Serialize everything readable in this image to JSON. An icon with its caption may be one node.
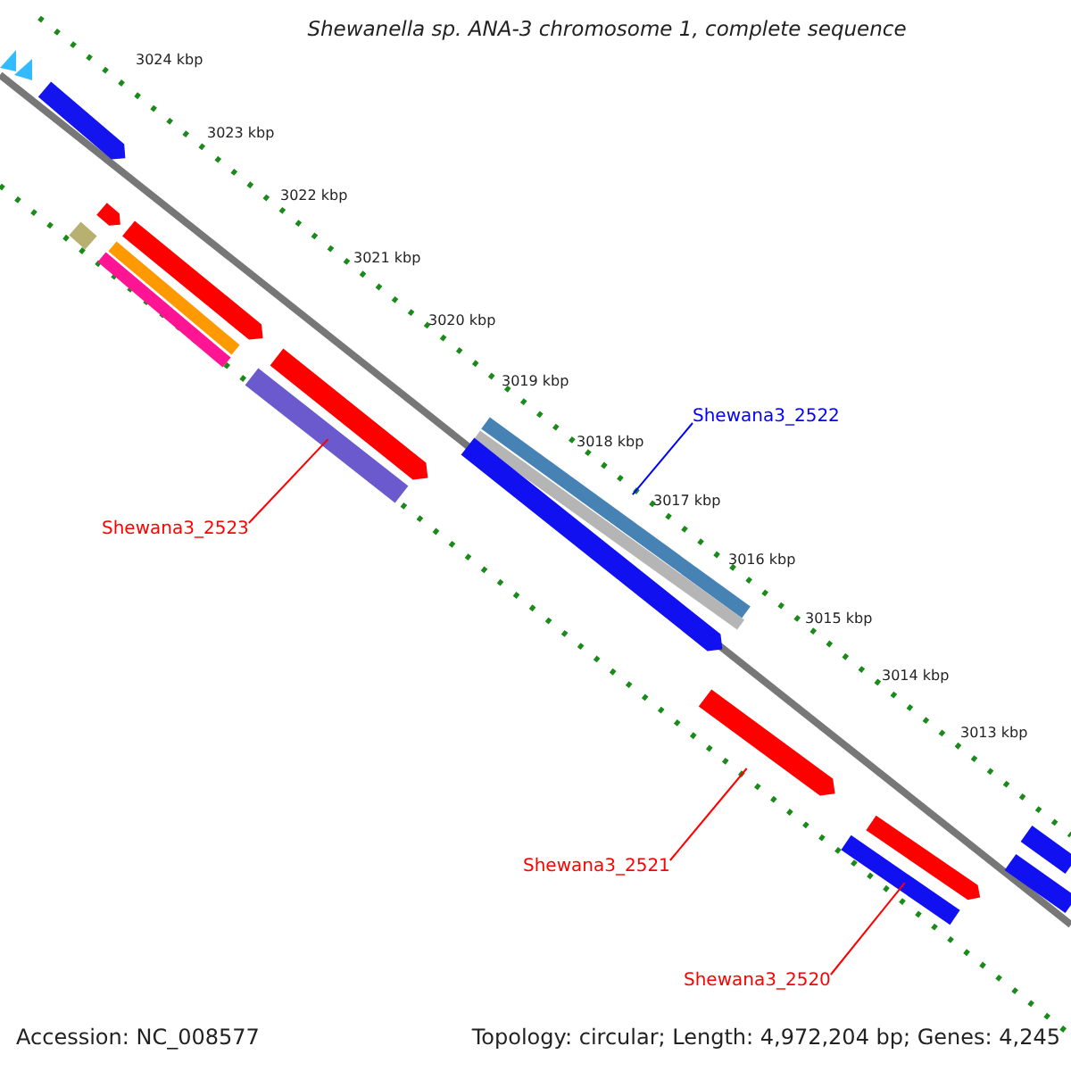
{
  "diagram": {
    "title": "Shewanella sp. ANA-3 chromosome 1, complete sequence",
    "nodes": [
      {
        "text": [
          "Shewana3_2522"
        ]
      },
      {
        "text": [],
        "shape": "bar"
      },
      {
        "text": [
          "Shewana3_2523"
        ]
      },
      {
        "text": [],
        "shape": "pentagon"
      },
      {
        "text": [
          "Shewana3_2521"
        ]
      },
      {
        "text": [],
        "shape": "pentagon"
      },
      {
        "text": [
          "Shewana3_2520"
        ]
      },
      {
        "text": [],
        "shape": "pentagon"
      },
      {
        "text": [],
        "shape": "pentagon"
      },
      {
        "text": [],
        "shape": "pentagon"
      },
      {
        "text": [],
        "shape": "bar"
      },
      {
        "text": [],
        "shape": "pentagon"
      },
      {
        "text": [],
        "shape": "bar"
      },
      {
        "text": [],
        "shape": "bar"
      },
      {
        "text": [],
        "shape": "bar"
      },
      {
        "text": [],
        "shape": "bar"
      },
      {
        "text": [],
        "shape": "pentagon"
      },
      {
        "text": [],
        "shape": "bar"
      },
      {
        "text": [],
        "shape": "bar"
      },
      {
        "text": [],
        "shape": "bar"
      }
    ],
    "edges": [
      {
        "from": 0,
        "to": 1,
        "arrow": "none",
        "color": "#0000ff"
      },
      {
        "from": 2,
        "to": 3,
        "arrow": "none"
      },
      {
        "from": 4,
        "to": 5,
        "arrow": "none"
      },
      {
        "from": 6,
        "to": 7,
        "arrow": "none"
      }
    ],
    "labels": [
      "3024 kbp",
      "3023 kbp",
      "3022 kbp",
      "3021 kbp",
      "3020 kbp",
      "3019 kbp",
      "3018 kbp",
      "3017 kbp",
      "3016 kbp",
      "3015 kbp",
      "3014 kbp",
      "3013 kbp",
      "Accession: NC_008577",
      "Topology: circular; Length: 4,972,204 bp; Genes: 4,245"
    ]
  }
}
